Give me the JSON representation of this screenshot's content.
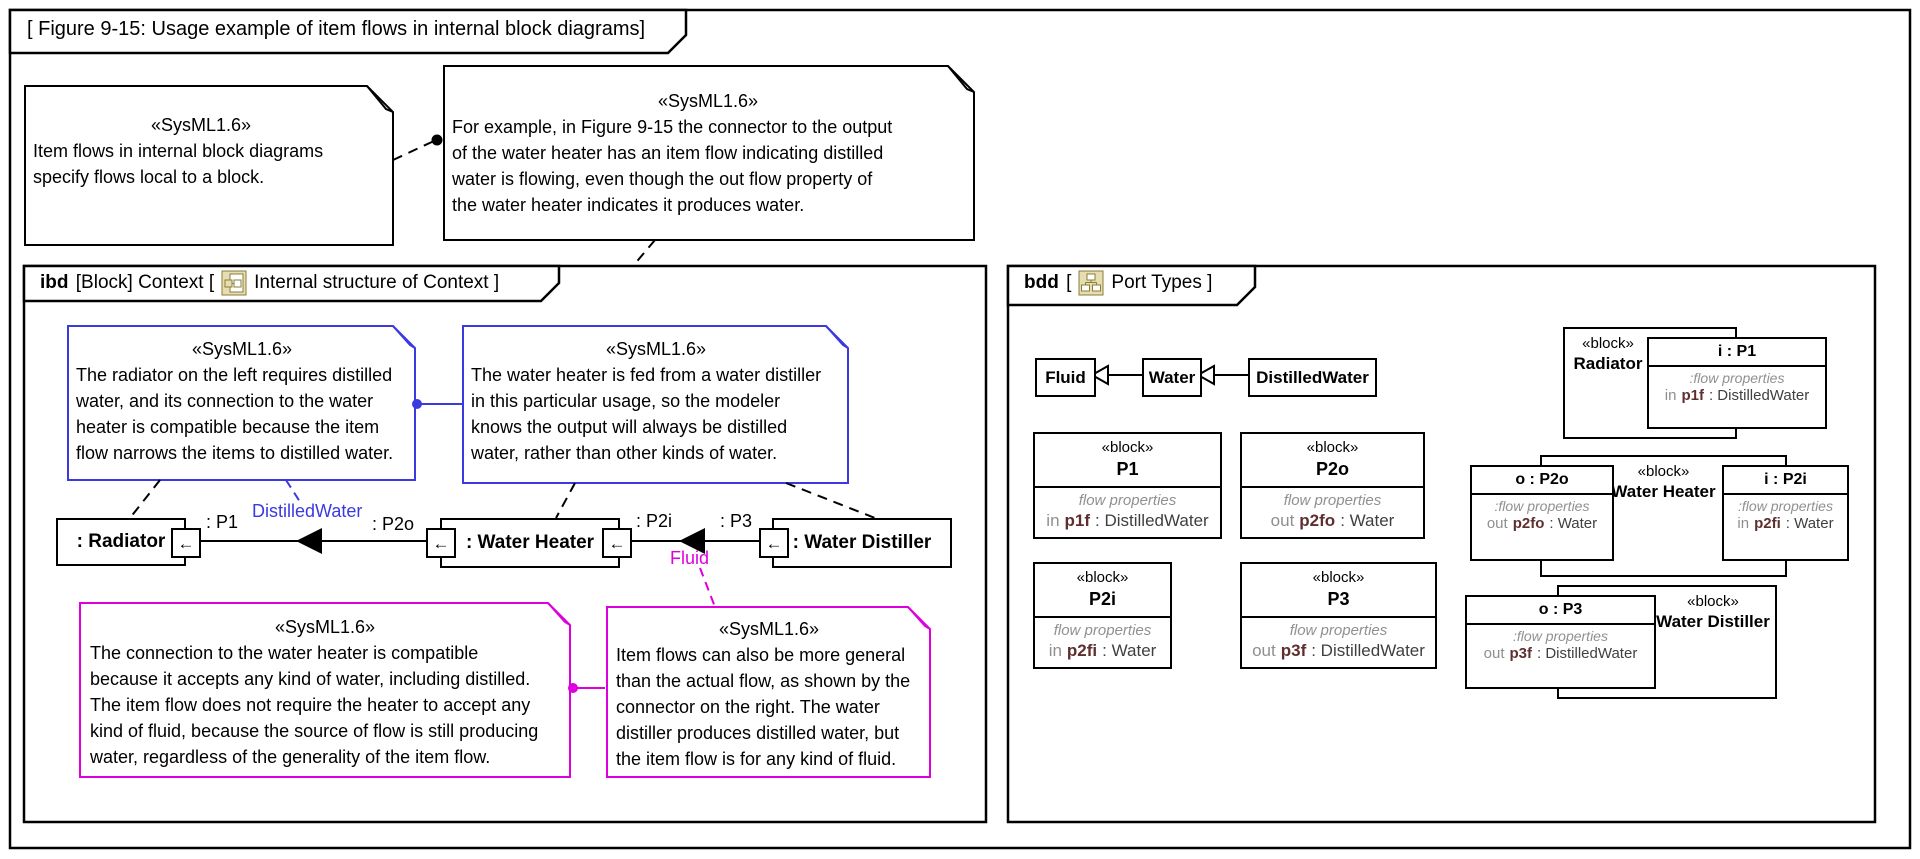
{
  "diagram": {
    "title": "[ Figure 9-15: Usage example of item flows in internal block diagrams]"
  },
  "colors": {
    "note_black": "#000000",
    "note_blue": "#3a3ae0",
    "note_magenta": "#dd00dd",
    "icon_tan": "#e6ddb0"
  },
  "notes": {
    "top_left": {
      "stereotype": "«SysML1.6»",
      "lines": [
        "Item flows in internal block diagrams",
        "specify flows local to a block."
      ]
    },
    "top_right": {
      "stereotype": "«SysML1.6»",
      "lines": [
        "For example, in Figure 9-15 the connector to the output",
        "of the water heater has an item flow indicating distilled",
        "water is flowing, even though the out flow property of",
        "the water heater indicates it produces water."
      ]
    },
    "blue_left": {
      "stereotype": "«SysML1.6»",
      "lines": [
        "The radiator on the left requires distilled",
        "water, and its connection to the water",
        "heater is compatible because the item",
        "flow narrows the items to distilled water."
      ]
    },
    "blue_right": {
      "stereotype": "«SysML1.6»",
      "lines": [
        "The water heater is fed from a water distiller",
        "in this particular usage, so the modeler",
        "knows the output will always be distilled",
        "water, rather than other kinds of water."
      ]
    },
    "magenta_left": {
      "stereotype": "«SysML1.6»",
      "lines": [
        "The connection to the water heater is compatible",
        "because it accepts any kind of water, including distilled.",
        "The item flow does not require the heater to accept any",
        "kind of fluid, because the source of flow is still producing",
        "water, regardless of the generality of the item flow."
      ]
    },
    "magenta_right": {
      "stereotype": "«SysML1.6»",
      "lines": [
        "Item flows can also be more general",
        "than the actual flow, as shown by the",
        "connector on the right. The water",
        "distiller produces distilled water, but",
        "the item flow is for any kind of fluid."
      ]
    }
  },
  "ibd": {
    "tab_keyword": "ibd",
    "tab_pre": " [Block] Context [",
    "tab_post": "Internal structure of Context ]",
    "parts": {
      "radiator": ": Radiator",
      "water_heater": ": Water Heater",
      "water_distiller": ": Water Distiller"
    },
    "port_arrow": "←",
    "connector_labels": {
      "p1": ": P1",
      "p2o": ": P2o",
      "p2i": ": P2i",
      "p3": ": P3"
    },
    "item_flows": {
      "distilled_water": "DistilledWater",
      "fluid": "Fluid"
    }
  },
  "bdd": {
    "tab_keyword": "bdd",
    "tab_pre": " [",
    "tab_post": "Port Types ]",
    "types": {
      "fluid": "Fluid",
      "water": "Water",
      "distilled_water": "DistilledWater"
    },
    "blocks": {
      "p1": {
        "stereotype": "«block»",
        "name": "P1",
        "compartment": "flow properties",
        "dir": "in",
        "prop": "p1f",
        "type": ": DistilledWater"
      },
      "p2o": {
        "stereotype": "«block»",
        "name": "P2o",
        "compartment": "flow properties",
        "dir": "out",
        "prop": "p2fo",
        "type": ": Water"
      },
      "p2i": {
        "stereotype": "«block»",
        "name": "P2i",
        "compartment": "flow properties",
        "dir": "in",
        "prop": "p2fi",
        "type": ": Water"
      },
      "p3": {
        "stereotype": "«block»",
        "name": "P3",
        "compartment": "flow properties",
        "dir": "out",
        "prop": "p3f",
        "type": ": DistilledWater"
      }
    },
    "usages": {
      "radiator": {
        "stereotype": "«block»",
        "name": "Radiator",
        "port": {
          "header": "i : P1",
          "compartment": ":flow properties",
          "dir": "in",
          "prop": "p1f",
          "type": ": DistilledWater"
        }
      },
      "water_heater": {
        "stereotype": "«block»",
        "name": "Water Heater",
        "port_out": {
          "header": "o : P2o",
          "compartment": ":flow properties",
          "dir": "out",
          "prop": "p2fo",
          "type": ": Water"
        },
        "port_in": {
          "header": "i : P2i",
          "compartment": ":flow properties",
          "dir": "in",
          "prop": "p2fi",
          "type": ": Water"
        }
      },
      "water_distiller": {
        "stereotype": "«block»",
        "name": "Water Distiller",
        "port": {
          "header": "o : P3",
          "compartment": ":flow properties",
          "dir": "out",
          "prop": "p3f",
          "type": ": DistilledWater"
        }
      }
    }
  }
}
